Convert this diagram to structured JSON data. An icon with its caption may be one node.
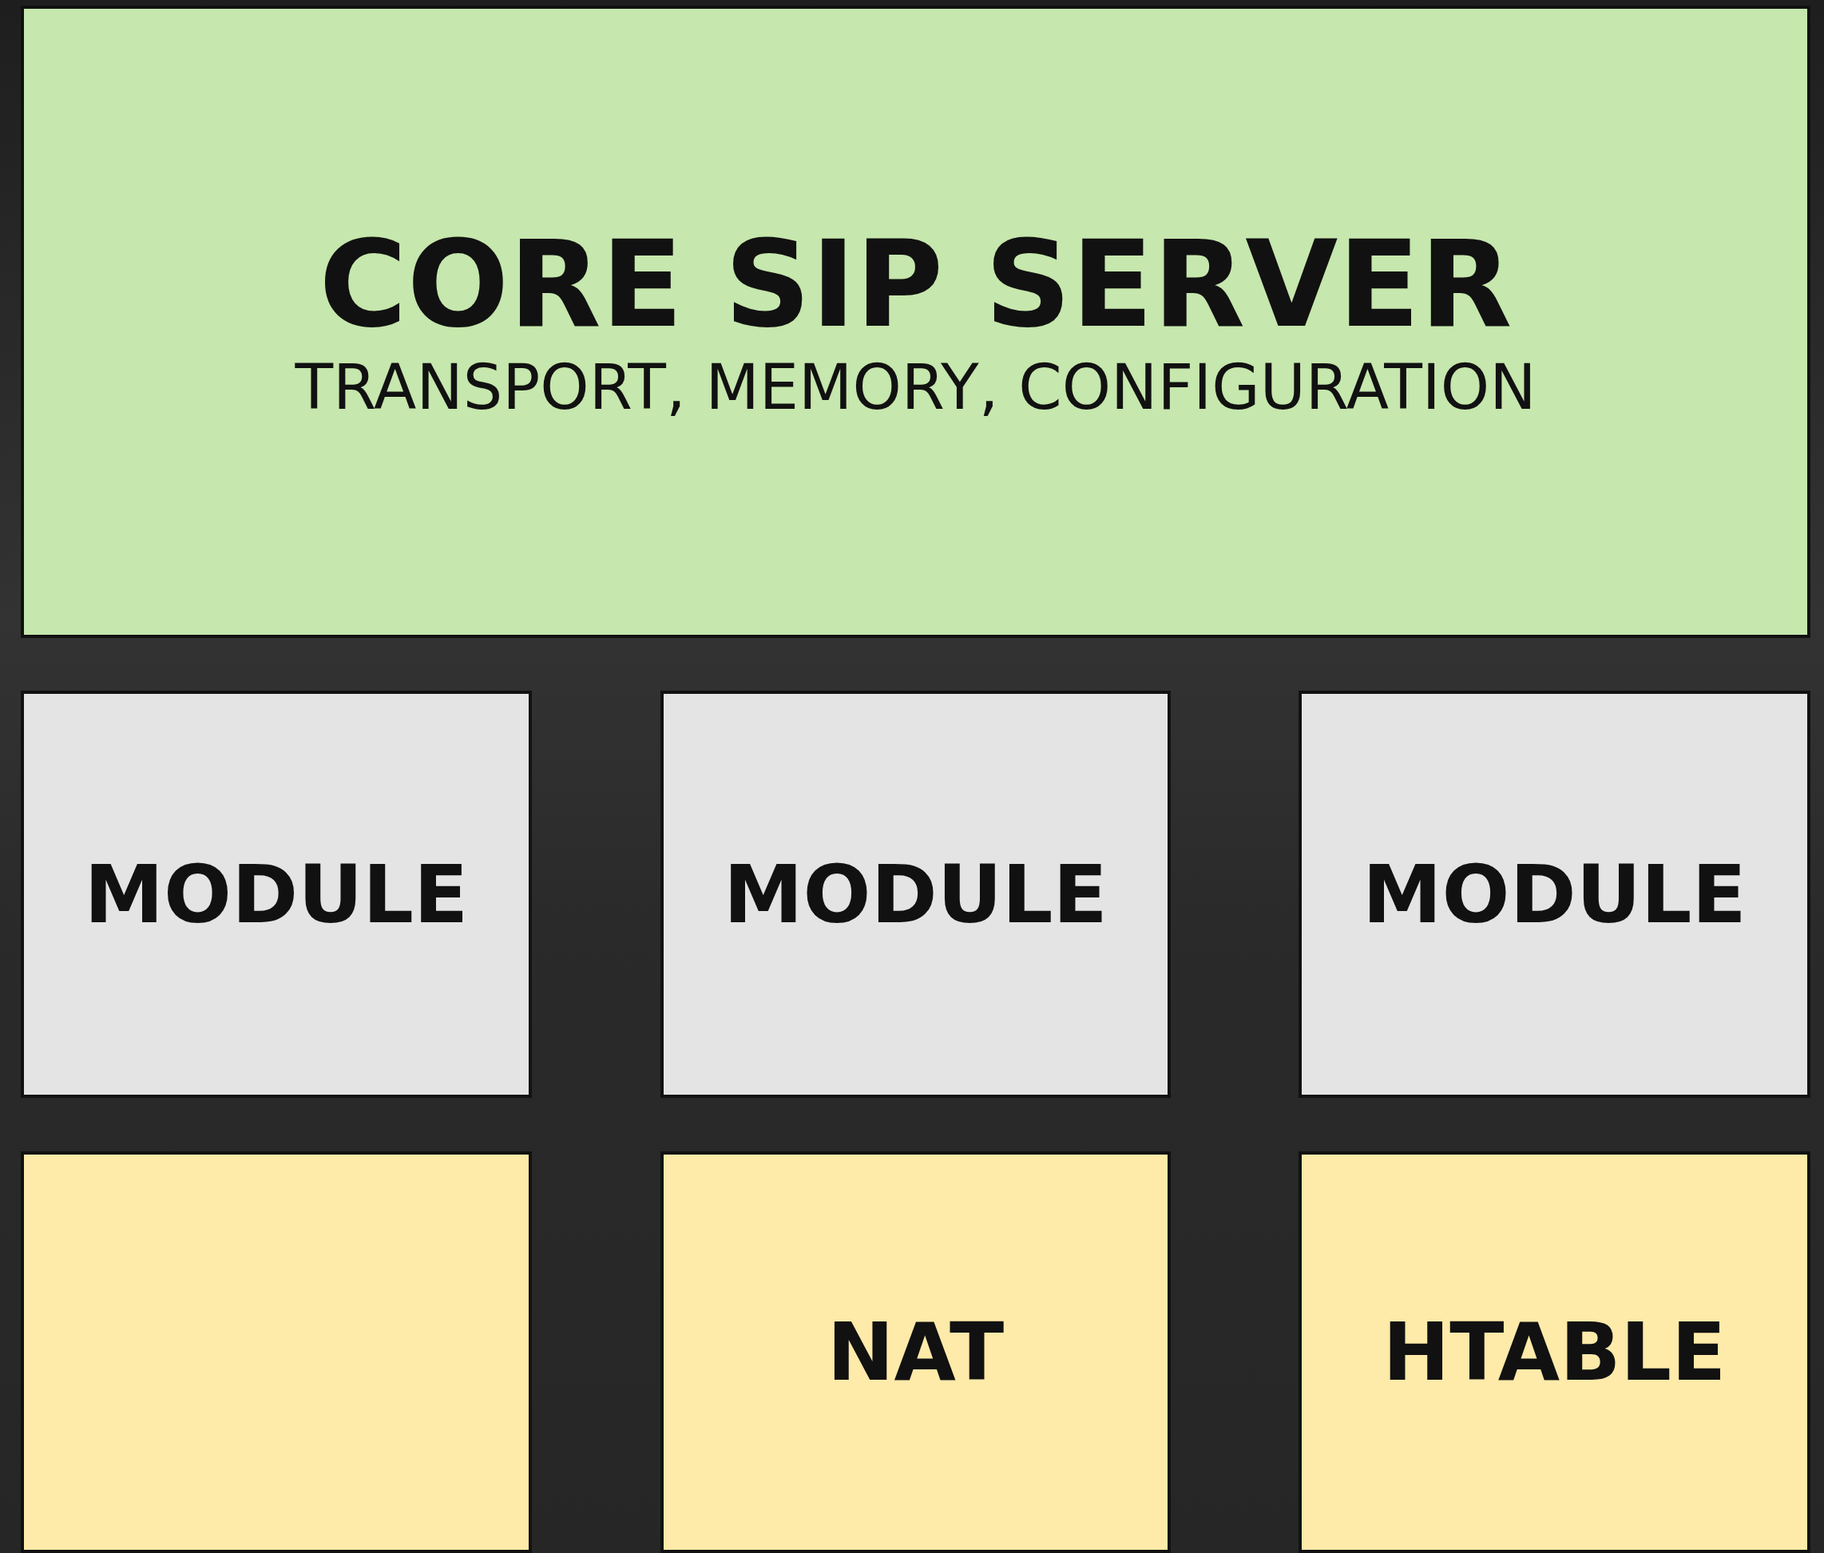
{
  "diagram": {
    "nodes": [
      {
        "text": [
          "CORE SIP SERVER",
          "TRANSPORT, MEMORY, CONFIGURATION"
        ]
      },
      {
        "text": [
          "MODULE"
        ]
      },
      {
        "text": [
          "MODULE"
        ]
      },
      {
        "text": [
          "MODULE"
        ]
      },
      {
        "text": [],
        "shape": "box"
      },
      {
        "text": [
          "NAT"
        ]
      },
      {
        "text": [
          "HTABLE"
        ]
      }
    ]
  }
}
